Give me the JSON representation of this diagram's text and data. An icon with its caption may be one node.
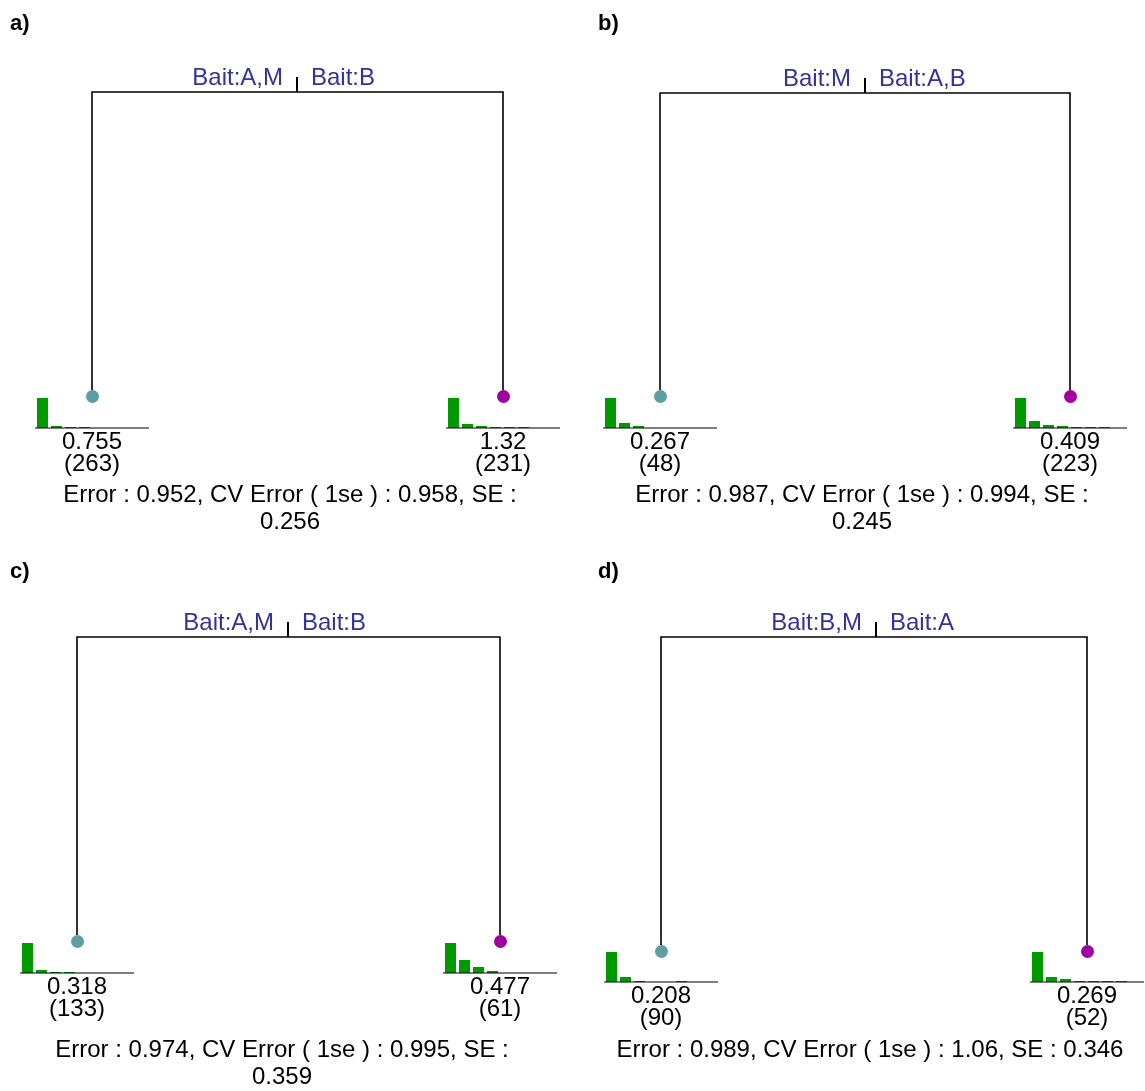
{
  "diagram": {
    "nodes": [
      {
        "text": [],
        "shape": "bar"
      },
      {
        "text": [
          "0.755",
          "(263)"
        ]
      },
      {
        "text": [
          "1.32",
          "(231)"
        ]
      },
      {
        "text": [],
        "shape": "bar"
      },
      {
        "text": [
          "0.267",
          "(48)"
        ]
      },
      {
        "text": [
          "0.409",
          "(223)"
        ]
      },
      {
        "text": [],
        "shape": "bar"
      },
      {
        "text": [
          "0.318",
          "(133)"
        ]
      },
      {
        "text": [
          "0.477",
          "(61)"
        ]
      },
      {
        "text": [],
        "shape": "bar"
      },
      {
        "text": [
          "0.208",
          "(90)"
        ]
      },
      {
        "text": [
          "0.269",
          "(52)"
        ]
      }
    ],
    "edges": [
      {
        "from": 0,
        "to": 1,
        "arrow": "none",
        "label": "Bait:A,M"
      },
      {
        "from": 0,
        "to": 2,
        "arrow": "none",
        "label": "Bait:B"
      },
      {
        "from": 3,
        "to": 4,
        "arrow": "none",
        "label": "Bait:M"
      },
      {
        "from": 3,
        "to": 5,
        "arrow": "none",
        "label": "Bait:A,B"
      },
      {
        "from": 6,
        "to": 7,
        "arrow": "none",
        "label": "Bait:A,M"
      },
      {
        "from": 6,
        "to": 8,
        "arrow": "none",
        "label": "Bait:B"
      },
      {
        "from": 9,
        "to": 10,
        "arrow": "none",
        "label": "Bait:B,M"
      },
      {
        "from": 9,
        "to": 11,
        "arrow": "none",
        "label": "Bait:A"
      }
    ],
    "labels": [
      "a)",
      "b)",
      "Error : 0.952, CV Error ( 1se ) : 0.958, SE : 0.256",
      "Error : 0.987, CV Error ( 1se ) : 0.994, SE : 0.245",
      "c)",
      "d)",
      "Error : 0.974, CV Error ( 1se ) : 0.995, SE : 0.359",
      "Error : 0.989, CV Error ( 1se ) : 1.06, SE : 0.346"
    ]
  }
}
